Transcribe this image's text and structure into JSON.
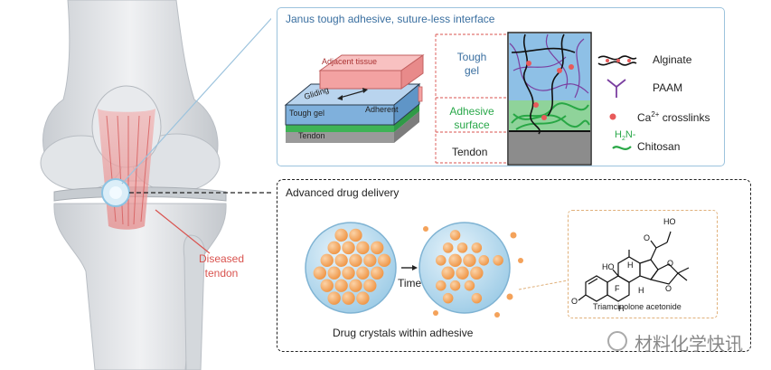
{
  "colors": {
    "panel_border": "#9cc3dd",
    "title_blue": "#3a6fa0",
    "tendon_red": "#d9534f",
    "adhesive_green": "#2aa84a",
    "gel_blue": "#8fb7de",
    "tissue_pink": "#f3a2a2",
    "drug_orange": "#f4a25a",
    "bubble_blue": "#a9cfe6",
    "alginate": "#222222",
    "paam": "#7a3fa0",
    "calcium": "#e85a5a",
    "chitosan": "#2aa84a"
  },
  "top_panel": {
    "title": "Janus tough adhesive, suture-less interface",
    "block": {
      "adjacent_tissue": "Adjacent tissue",
      "gliding": "Gliding",
      "tough_gel": "Tough gel",
      "adherent": "Adherent",
      "tendon": "Tendon"
    },
    "layers": {
      "tough_gel_1": "Tough",
      "tough_gel_2": "gel",
      "adhesive_1": "Adhesive",
      "adhesive_2": "surface",
      "tendon": "Tendon"
    },
    "legend": {
      "alginate": "Alginate",
      "paam": "PAAM",
      "ca_prefix": "Ca",
      "ca_sup": "2+",
      "ca_suffix": " crosslinks",
      "chitosan": "Chitosan",
      "h2n_h": "H",
      "h2n_sub": "2",
      "h2n_n": "N-"
    }
  },
  "bottom_panel": {
    "title": "Advanced drug delivery",
    "time_label": "Time",
    "caption": "Drug crystals within adhesive",
    "molecule": {
      "name": "Triamcinolone acetonide",
      "atoms": {
        "ho_top": "HO",
        "o_ketone": "O",
        "ho_left": "HO",
        "h1": "H",
        "h2": "H",
        "f": "F",
        "h3": "H",
        "o1": "O",
        "o2": "O",
        "o3": "O"
      }
    }
  },
  "knee": {
    "label_1": "Diseased",
    "label_2": "tendon"
  },
  "watermark": "材料化学快讯"
}
